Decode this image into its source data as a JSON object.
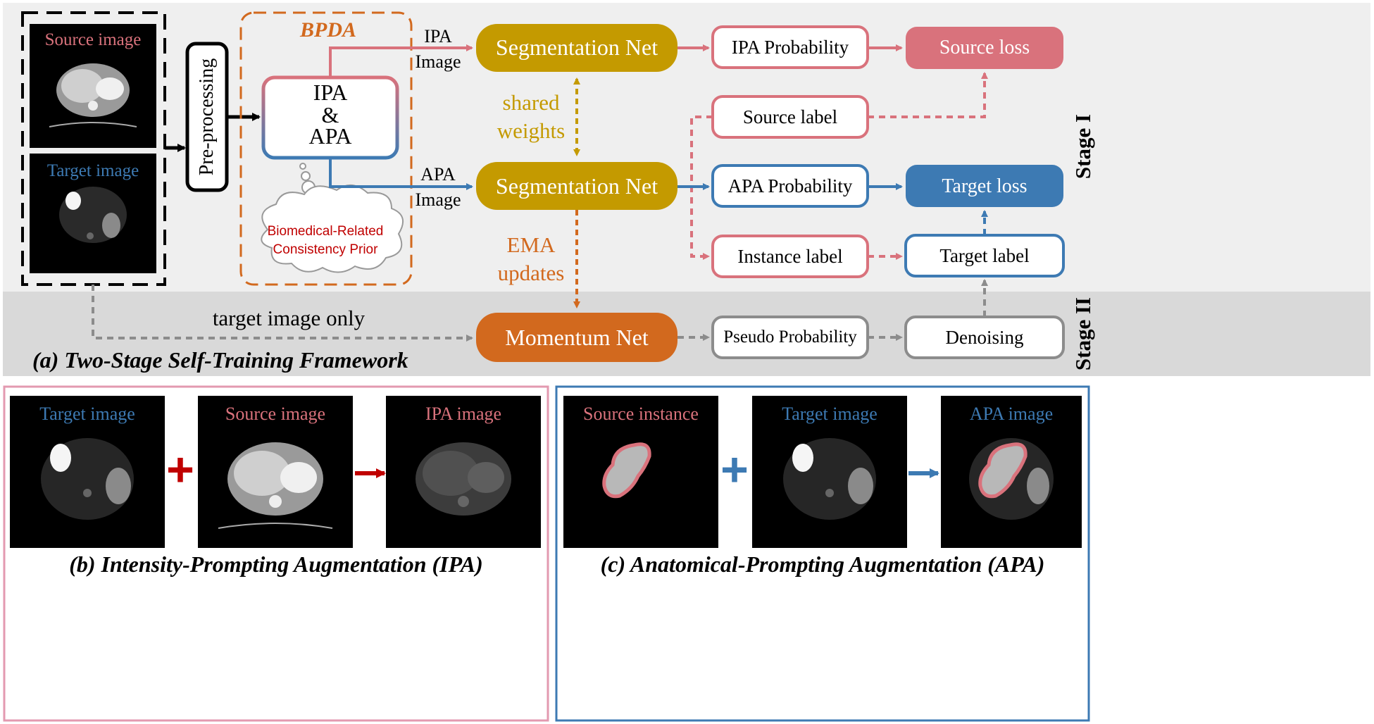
{
  "colors": {
    "source_red": "#d9727c",
    "target_blue": "#3d7ab3",
    "seg_gold": "#c49a00",
    "bpda_orange": "#d2691e",
    "momentum_orange": "#d2691e",
    "gray": "#8c8c8c",
    "stage1_bg": "#efefef",
    "stage2_bg": "#d9d9d9",
    "ipa_panel_border": "#e39ab0",
    "apa_panel_border": "#3d7ab3",
    "bold_red": "#c00000",
    "prior_text": "#c00000"
  },
  "panel_a": {
    "source_image_label": "Source image",
    "target_image_label": "Target image",
    "preprocessing_label": "Pre-processing",
    "bpda_title": "BPDA",
    "bpda_box": {
      "line1": "IPA",
      "line2": "&",
      "line3": "APA"
    },
    "prior_cloud": {
      "line1": "Biomedical-Related",
      "line2": "Consistency Prior"
    },
    "ipa_image_label": {
      "line1": "IPA",
      "line2": "Image"
    },
    "apa_image_label": {
      "line1": "APA",
      "line2": "Image"
    },
    "seg_net_top": "Segmentation Net",
    "seg_net_bottom": "Segmentation Net",
    "shared_weights": {
      "line1": "shared",
      "line2": "weights"
    },
    "ema_updates": {
      "line1": "EMA",
      "line2": "updates"
    },
    "momentum_net": "Momentum Net",
    "ipa_probability": "IPA Probability",
    "apa_probability": "APA Probability",
    "source_label": "Source label",
    "instance_label": "Instance label",
    "source_loss": "Source loss",
    "target_loss": "Target loss",
    "target_label": "Target label",
    "pseudo_probability": "Pseudo Probability",
    "denoising": "Denoising",
    "target_image_only": "target image only",
    "stage1": "Stage I",
    "stage2": "Stage II",
    "caption": "(a) Two-Stage Self-Training Framework"
  },
  "panel_b": {
    "img1_label": "Target image",
    "img2_label": "Source image",
    "img3_label": "IPA image",
    "caption": "(b) Intensity-Prompting Augmentation (IPA)"
  },
  "panel_c": {
    "img1_label": "Source instance",
    "img2_label": "Target image",
    "img3_label": "APA image",
    "caption": "(c) Anatomical-Prompting Augmentation (APA)"
  }
}
